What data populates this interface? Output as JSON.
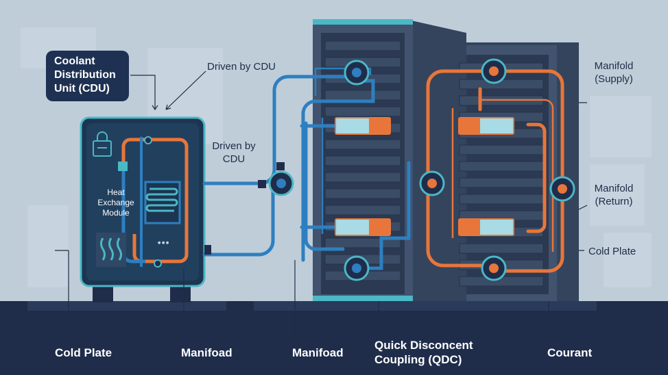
{
  "labels": {
    "cdu_title": "Coolant Distribution Unit (CDU)",
    "driven_top": "Driven by CDU",
    "driven_mid": "Driven by CDU",
    "heat_exchange": "Heat Exchange Module",
    "manifold_supply": "Manifold (Supply)",
    "manifold_return": "Manifold (Return)",
    "cold_plate_right": "Cold Plate"
  },
  "bottom_labels": {
    "cold_plate": "Cold Plate",
    "manifoad_1": "Manifoad",
    "manifoad_2": "Manifoad",
    "qdc": "Quick Disconcent Coupling (QDC)",
    "courant": "Courant"
  },
  "colors": {
    "background": "#bfcdd9",
    "floor": "#1f2d4b",
    "cdu_box": "#1f3152",
    "blue_line": "#2e7fbf",
    "orange_line": "#e8763a",
    "rack_front": "#41536e",
    "rack_side": "#34445c",
    "teal": "#4bb8c6"
  },
  "icons": [
    "lock-icon",
    "heat-wave-icon",
    "coupling-icon",
    "coil-icon"
  ]
}
